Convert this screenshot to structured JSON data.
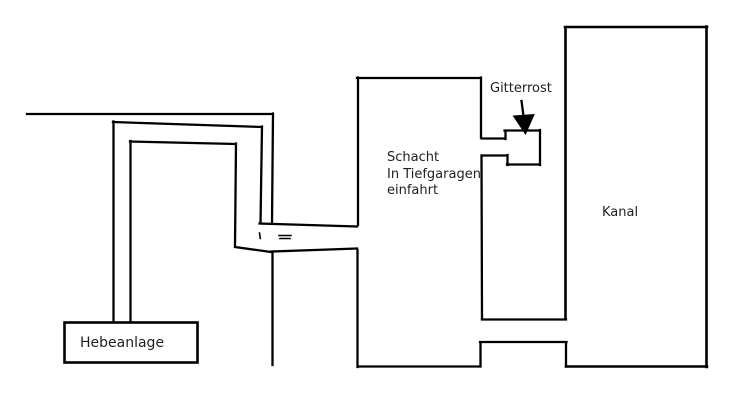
{
  "background": "#ffffff",
  "ink": "#000000",
  "text_color": "#1f1f1f",
  "labels": {
    "hebeanlage": "Hebeanlage",
    "schacht": [
      "Schacht",
      "In Tiefgaragen",
      "einfahrt"
    ],
    "gitterrost": "Gitterrost",
    "kanal": "Kanal"
  }
}
